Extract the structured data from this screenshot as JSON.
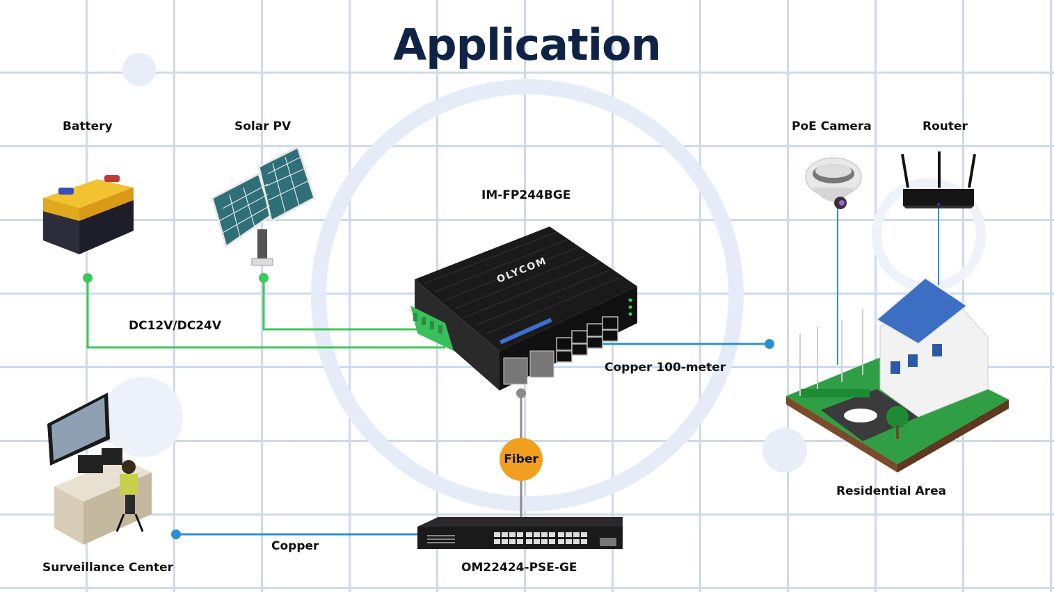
{
  "title": "Application",
  "devices": {
    "battery": "Battery",
    "solar": "Solar PV",
    "switch_model": "IM-FP244BGE",
    "switch_brand": "OLYCOM",
    "poe_camera": "PoE Camera",
    "router": "Router",
    "residential": "Residential Area",
    "surveillance": "Surveillance Center",
    "poe_switch": "OM22424-PSE-GE"
  },
  "links": {
    "power": "DC12V/DC24V",
    "copper_100": "Copper 100-meter",
    "fiber": "Fiber",
    "copper": "Copper"
  },
  "colors": {
    "power_line": "#3cc85a",
    "data_line": "#2b8fd4",
    "fiber_line": "#8a8a8a",
    "fiber_badge": "#f0a01e",
    "title": "#0f2347"
  }
}
